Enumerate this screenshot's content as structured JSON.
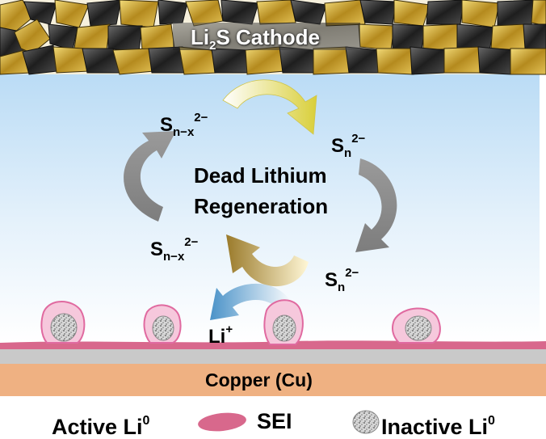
{
  "cathode": {
    "text": "Li",
    "sub": "2",
    "text2": "S Cathode"
  },
  "cycle": {
    "title_line1": "Dead Lithium",
    "title_line2": "Regeneration",
    "species": [
      {
        "base": "S",
        "sub": "n−x",
        "sup": "2−"
      },
      {
        "base": "S",
        "sub": "n",
        "sup": "2−"
      },
      {
        "base": "S",
        "sub": "n−x",
        "sup": "2−"
      },
      {
        "base": "S",
        "sub": "n",
        "sup": "2−"
      }
    ]
  },
  "li_ion": {
    "base": "Li",
    "sup": "+"
  },
  "substrate": {
    "label": "Copper (Cu)"
  },
  "legend": {
    "active": {
      "text": "Active Li",
      "sup": "0"
    },
    "sei": {
      "text": "SEI"
    },
    "inactive": {
      "text": "Inactive Li",
      "sup": "0"
    }
  },
  "colors": {
    "electrolyte_top": "#bcdcf4",
    "sei": "#d8688c",
    "copper": "#efb182",
    "gold": "#c9a53a",
    "grey_arrow": "#8d8d8d",
    "li_arrow": "#4d95c9"
  }
}
